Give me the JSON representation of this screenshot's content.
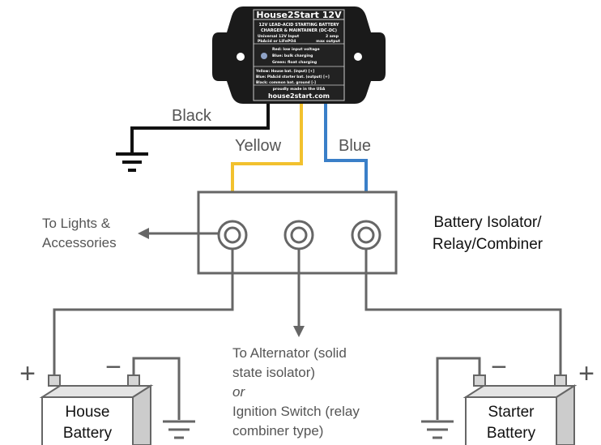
{
  "device": {
    "title": "House2Start 12V",
    "subtitle1": "12V LEAD-ACID STARTING BATTERY",
    "subtitle2": "CHARGER & MAINTAINER (DC-DC)",
    "spec_left1": "Universal 12V Input",
    "spec_right1": "2 amp",
    "spec_left2": "PbAcid or LiFePO4",
    "spec_right2": "max output",
    "led_red": "Red: low input voltage",
    "led_blue": "Blue: bulk charging",
    "led_green": "Green: float charging",
    "wire_yellow": "Yellow: House bat. (input) [+]",
    "wire_blue": "Blue: PbAcid starter bat. (output) [+]",
    "wire_black": "Black: common bat. ground [-]",
    "made_in": "proudly made in the USA",
    "url": "house2start.com"
  },
  "labels": {
    "black_wire": "Black",
    "yellow_wire": "Yellow",
    "blue_wire": "Blue",
    "lights_line1": "To Lights &",
    "lights_line2": "Accessories",
    "isolator_line1": "Battery Isolator/",
    "isolator_line2": "Relay/Combiner",
    "alt_line1": "To Alternator (solid",
    "alt_line2": "state isolator)",
    "alt_or": "or",
    "alt_line3": "Ignition Switch (relay",
    "alt_line4": "combiner type)",
    "house_line1": "House",
    "house_line2": "Battery",
    "starter_line1": "Starter",
    "starter_line2": "Battery",
    "plus": "+",
    "minus": "−"
  },
  "colors": {
    "black_wire": "#111111",
    "yellow_wire": "#f2c12e",
    "blue_wire": "#3a7fc8",
    "gray_wire": "#666666"
  }
}
